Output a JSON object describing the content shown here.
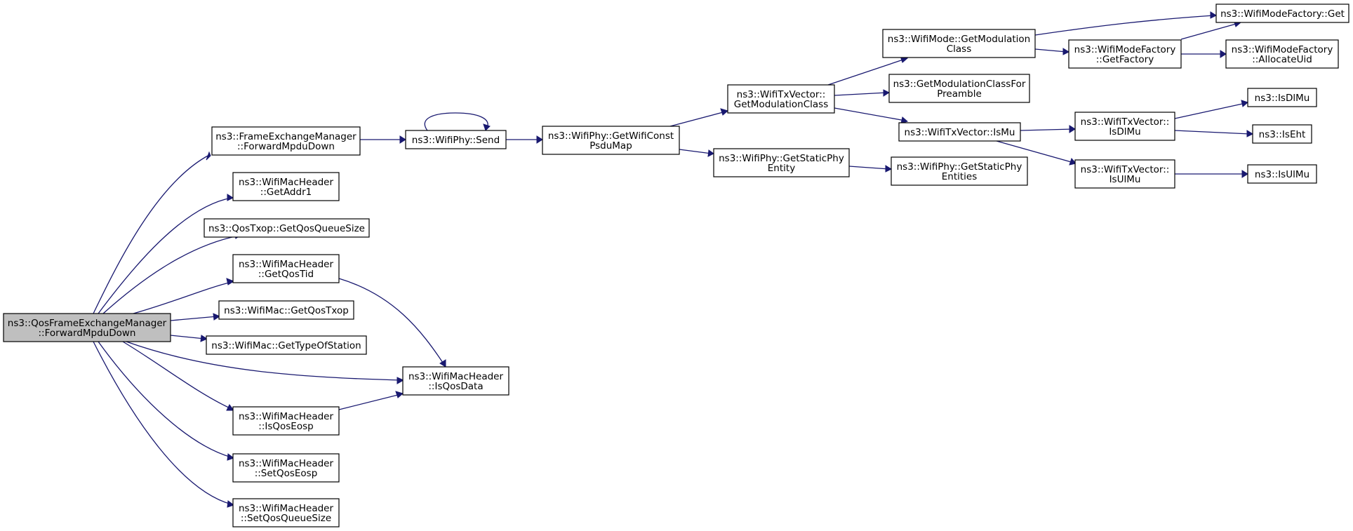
{
  "graph": {
    "nodes": {
      "root": [
        "ns3::QosFrameExchangeManager",
        "::ForwardMpduDown"
      ],
      "fem_fwd": [
        "ns3::FrameExchangeManager",
        "::ForwardMpduDown"
      ],
      "getaddr1": [
        "ns3::WifiMacHeader",
        "::GetAddr1"
      ],
      "getqosqueuesize": [
        "ns3::QosTxop::GetQosQueueSize"
      ],
      "getqostid": [
        "ns3::WifiMacHeader",
        "::GetQosTid"
      ],
      "getqostxop": [
        "ns3::WifiMac::GetQosTxop"
      ],
      "gettypeofstation": [
        "ns3::WifiMac::GetTypeOfStation"
      ],
      "isqosdata": [
        "ns3::WifiMacHeader",
        "::IsQosData"
      ],
      "isqoseosp": [
        "ns3::WifiMacHeader",
        "::IsQosEosp"
      ],
      "setqoseosp": [
        "ns3::WifiMacHeader",
        "::SetQosEosp"
      ],
      "setqosqueuesize": [
        "ns3::WifiMacHeader",
        "::SetQosQueueSize"
      ],
      "send": [
        "ns3::WifiPhy::Send"
      ],
      "getwificonstpsdumap": [
        "ns3::WifiPhy::GetWifiConst",
        "PsduMap"
      ],
      "getmodulationclass": [
        "ns3::WifiTxVector::",
        "GetModulationClass"
      ],
      "getstaticphyentity": [
        "ns3::WifiPhy::GetStaticPhy",
        "Entity"
      ],
      "modegetmodulationclass": [
        "ns3::WifiMode::GetModulation",
        "Class"
      ],
      "getmodclassforpreamble": [
        "ns3::GetModulationClassFor",
        "Preamble"
      ],
      "txismu": [
        "ns3::WifiTxVector::IsMu"
      ],
      "getstaticphyentities": [
        "ns3::WifiPhy::GetStaticPhy",
        "Entities"
      ],
      "getfactory": [
        "ns3::WifiModeFactory",
        "::GetFactory"
      ],
      "factoryget": [
        "ns3::WifiModeFactory::Get"
      ],
      "allocateuid": [
        "ns3::WifiModeFactory",
        "::AllocateUid"
      ],
      "txisdlmu": [
        "ns3::WifiTxVector::",
        "IsDlMu"
      ],
      "txisulmu": [
        "ns3::WifiTxVector::",
        "IsUlMu"
      ],
      "isdlmu": [
        "ns3::IsDlMu"
      ],
      "iseht": [
        "ns3::IsEht"
      ],
      "isulmu": [
        "ns3::IsUlMu"
      ]
    }
  }
}
